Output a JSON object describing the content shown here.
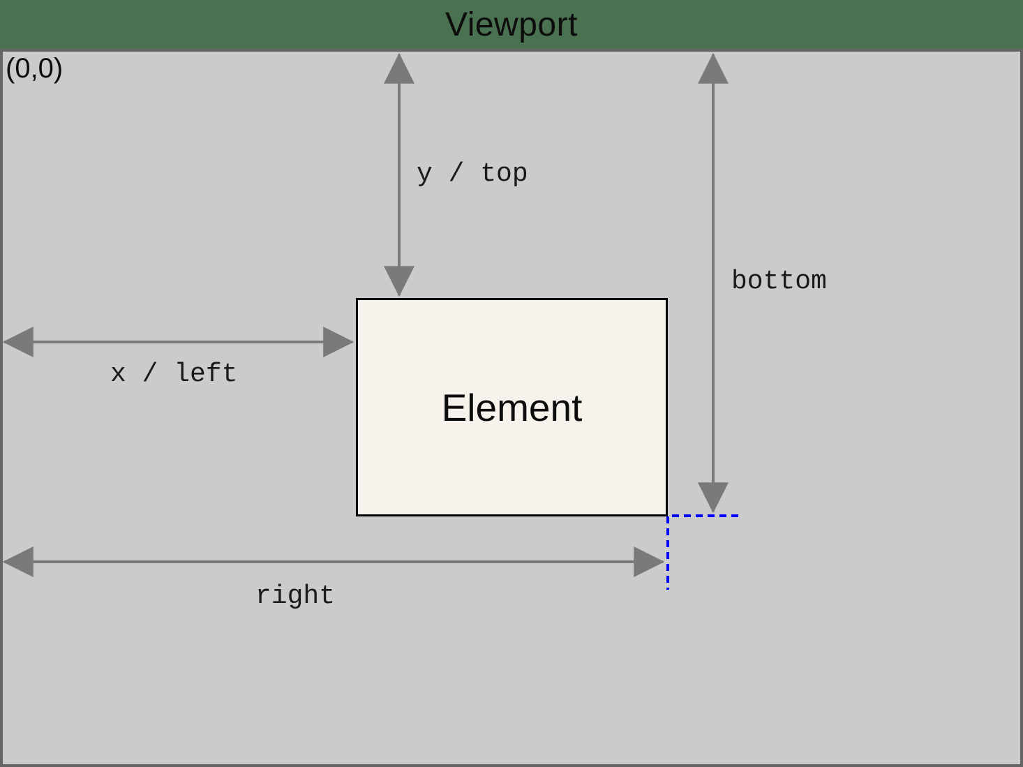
{
  "diagram": {
    "title": "Viewport",
    "origin_label": "(0,0)",
    "element_label": "Element",
    "labels": {
      "y_top": "y / top",
      "x_left": "x / left",
      "bottom": "bottom",
      "right": "right"
    }
  },
  "colors": {
    "page-bg": "#4a7150",
    "viewport-fill": "#cbcbcb",
    "viewport-border": "#666666",
    "element-fill": "#f7f3ec",
    "element-border": "#000000",
    "arrow-color": "#7a7a7a",
    "guide-color": "#0000ff",
    "text-color": "#111111"
  }
}
